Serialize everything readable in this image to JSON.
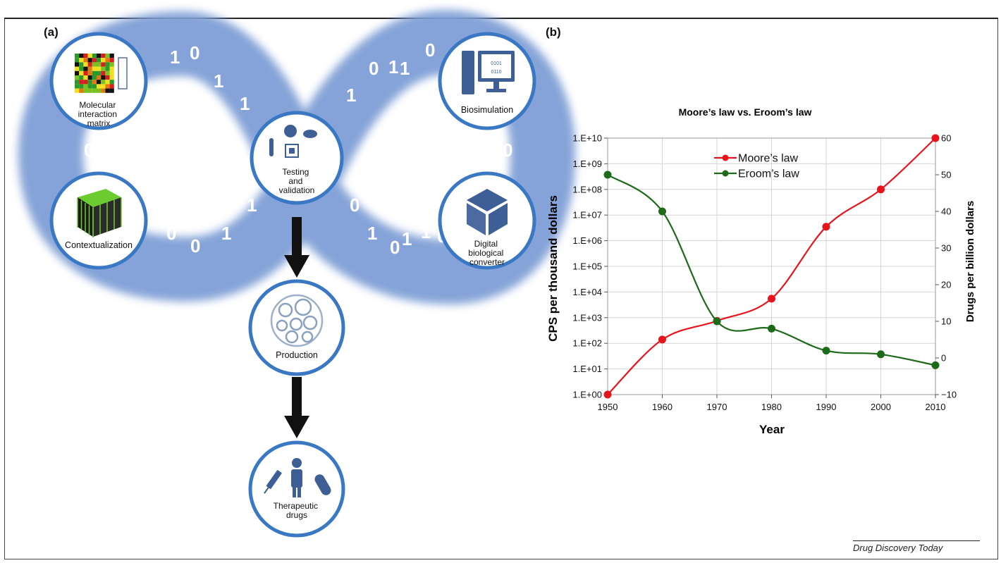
{
  "panels": {
    "a": "(a)",
    "b": "(b)"
  },
  "diagram": {
    "nodes": {
      "molecular": "Molecular interaction matrix",
      "molecular_lines": [
        "Molecular",
        "interaction",
        "matrix"
      ],
      "contextualization": "Contextualization",
      "testing_lines": [
        "Testing",
        "and",
        "validation"
      ],
      "biosimulation": "Biosimulation",
      "converter_lines": [
        "Digital",
        "biological",
        "converter"
      ],
      "production": "Production",
      "therapeutic_lines": [
        "Therapeutic",
        "drugs"
      ]
    },
    "binary_glyphs": [
      "1",
      "0",
      "1",
      "1",
      "0",
      "0",
      "0",
      "1",
      "1",
      "0",
      "1",
      "1",
      "0",
      "1",
      "0",
      "0",
      "1",
      "0",
      "1",
      "1",
      "0"
    ],
    "band_color": "#7f9fd6",
    "node_border_color": "#3b78c4",
    "icon_color": "#3d5f96"
  },
  "chart_data": {
    "type": "line",
    "title": "Moore’s law vs. Eroom’s law",
    "xlabel": "Year",
    "ylabel_left": "CPS per thousand dollars",
    "ylabel_right": "Drugs per billion dollars",
    "x": [
      1950,
      1960,
      1970,
      1980,
      1990,
      2000,
      2010
    ],
    "x_ticks": [
      "1950",
      "1960",
      "1970",
      "1980",
      "1990",
      "2000",
      "2010"
    ],
    "y_left_ticks": [
      "1.E+00",
      "1.E+01",
      "1.E+02",
      "1.E+03",
      "1.E+04",
      "1.E+05",
      "1.E+06",
      "1.E+07",
      "1.E+08",
      "1.E+09",
      "1.E+10"
    ],
    "y_left_log_range": [
      0,
      10
    ],
    "y_right_ticks": [
      "−10",
      "0",
      "10",
      "20",
      "30",
      "40",
      "50",
      "60"
    ],
    "y_right_range": [
      -10,
      60
    ],
    "series": [
      {
        "name": "Moore’s law",
        "axis": "left",
        "color": "#e8141c",
        "values": [
          1,
          140,
          750,
          5500,
          3500000,
          100000000,
          10000000000
        ]
      },
      {
        "name": "Eroom’s law",
        "axis": "right",
        "color": "#1d6a18",
        "values": [
          50,
          40,
          10,
          8,
          2,
          1,
          -2
        ]
      }
    ],
    "legend_position": "top-center",
    "grid": true
  },
  "footer": {
    "credit": "Drug Discovery Today"
  }
}
